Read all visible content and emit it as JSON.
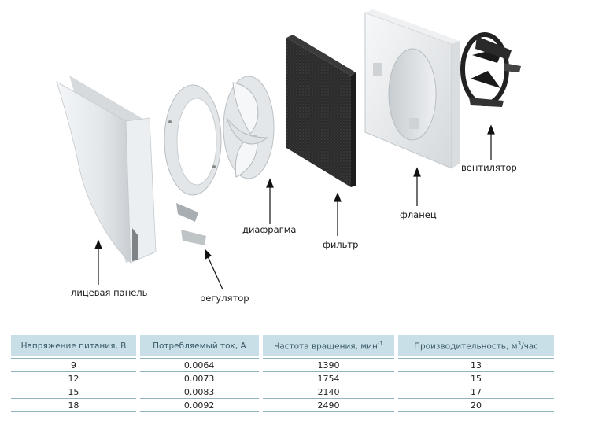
{
  "labels": {
    "face_panel": "лицевая панель",
    "regulator": "регулятор",
    "diaphragm": "диафрагма",
    "filter": "фильтр",
    "flange": "фланец",
    "fan": "вентилятор"
  },
  "table": {
    "headers": [
      {
        "text": "Напряжение питания, В",
        "sup": "",
        "tail": ""
      },
      {
        "text": "Потребляемый ток, А",
        "sup": "",
        "tail": ""
      },
      {
        "text": "Частота вращения, мин",
        "sup": "-1",
        "tail": ""
      },
      {
        "text": "Производительность, м",
        "sup": "3",
        "tail": "/час"
      }
    ],
    "rows": [
      [
        "9",
        "0.0064",
        "1390",
        "13"
      ],
      [
        "12",
        "0.0073",
        "1754",
        "15"
      ],
      [
        "15",
        "0.0083",
        "2140",
        "17"
      ],
      [
        "18",
        "0.0092",
        "2490",
        "20"
      ]
    ]
  },
  "colors": {
    "header_bg": "#c8dfe7",
    "header_text": "#3a5a66",
    "row_line": "#8fb3c0"
  }
}
